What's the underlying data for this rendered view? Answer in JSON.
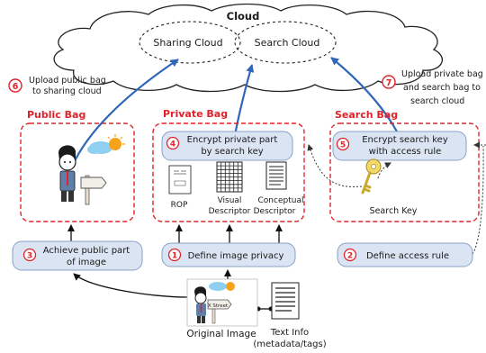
{
  "cloud": {
    "title": "Cloud",
    "sharing": "Sharing Cloud",
    "search": "Search Cloud"
  },
  "bags": {
    "public": "Public Bag",
    "private": "Private Bag",
    "search": "Search Bag"
  },
  "steps": {
    "s1": {
      "num": "1",
      "text": "Define image privacy"
    },
    "s2": {
      "num": "2",
      "text": "Define access rule"
    },
    "s3": {
      "num": "3",
      "line1": "Achieve public part",
      "line2": "of image"
    },
    "s4": {
      "num": "4",
      "line1": "Encrypt private part",
      "line2": "by search key"
    },
    "s5": {
      "num": "5",
      "line1": "Encrypt search key",
      "line2": "with access rule"
    },
    "s6": {
      "num": "6",
      "line1": "Upload public bag",
      "line2": "to sharing cloud"
    },
    "s7": {
      "num": "7",
      "line1": "Upload private bag",
      "line2": "and search bag to",
      "line3": "search cloud"
    }
  },
  "private_items": {
    "rop": "ROP",
    "visual_1": "Visual",
    "visual_2": "Descriptor",
    "conceptual_1": "Conceptual",
    "conceptual_2": "Descriptor"
  },
  "search_key": "Search Key",
  "bottom": {
    "original": "Original Image",
    "text_info_1": "Text Info",
    "text_info_2": "(metadata/tags)"
  },
  "sign_label": "X Street",
  "colors": {
    "step_fill": "#dbe4f2",
    "step_stroke": "#8aa0c8",
    "badge": "#e0232b",
    "bag_border": "#e0232b",
    "upload_arrow": "#2e66b8"
  }
}
